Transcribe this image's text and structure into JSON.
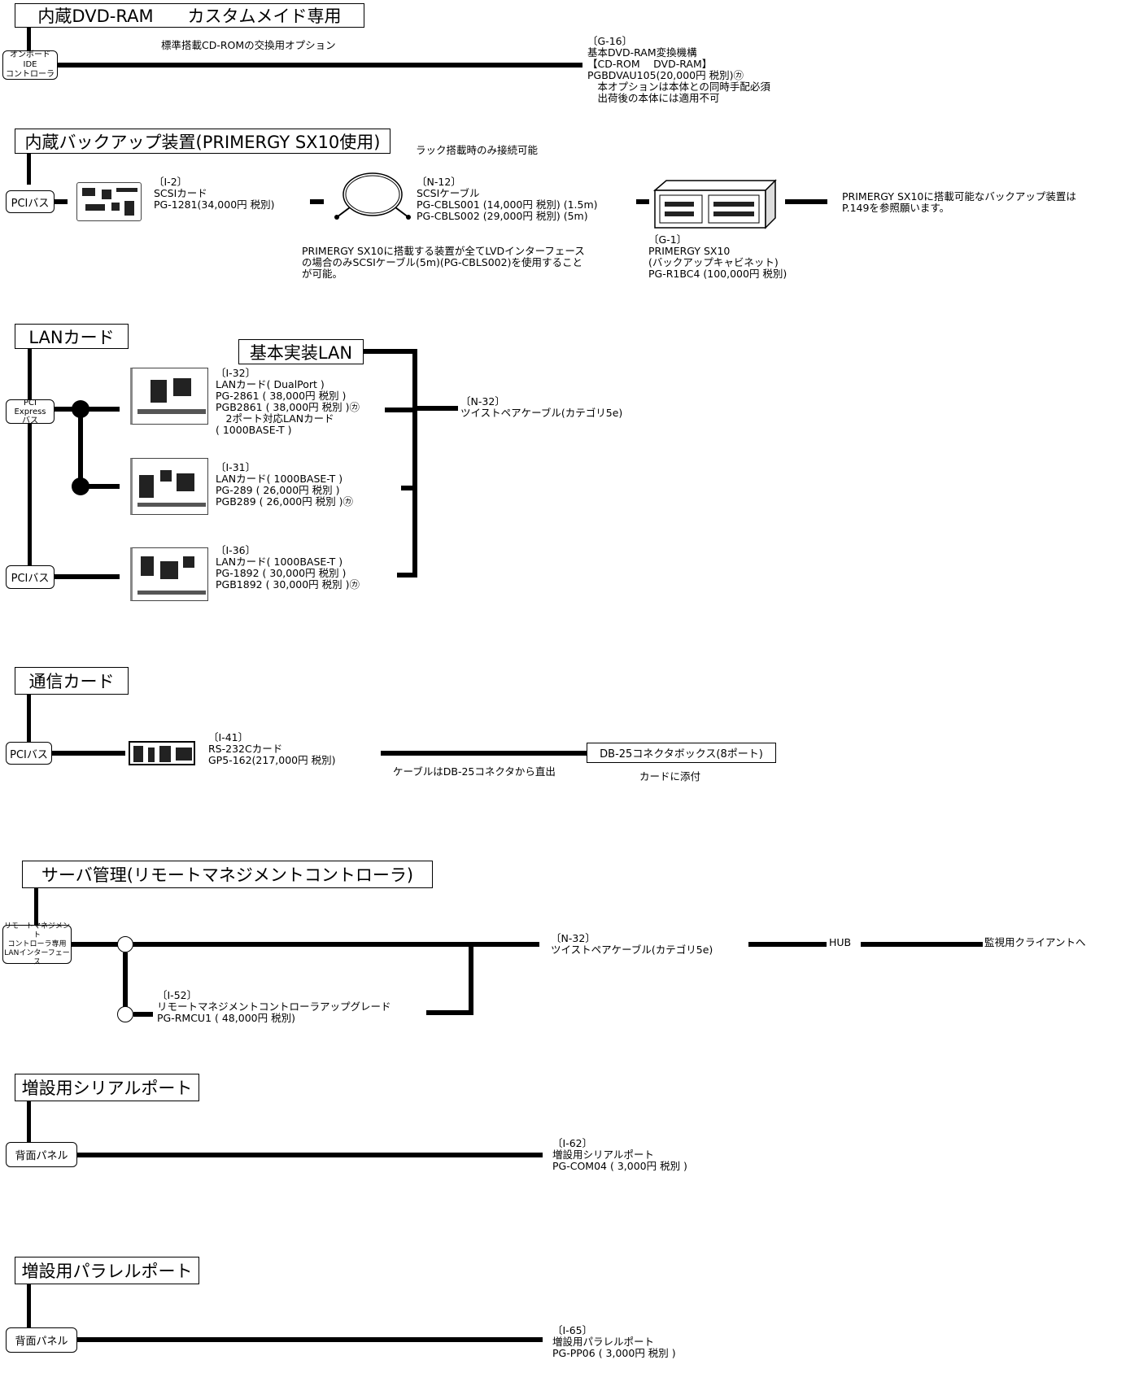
{
  "sections": {
    "dvd": {
      "title": "内蔵DVD-RAM　　カスタムメイド専用",
      "port": [
        "オンボードIDE",
        "コントローラ"
      ],
      "line_label": "標準搭載CD-ROMの交換用オプション",
      "item": [
        "〔G-16〕",
        "基本DVD-RAM変換機構",
        "【CD-ROM　 DVD-RAM】",
        "PGBDVAU105(20,000円 税別)㋕",
        "　本オプションは本体との同時手配必須",
        "　出荷後の本体には適用不可"
      ]
    },
    "backup": {
      "title": "内蔵バックアップ装置(PRIMERGY SX10使用)",
      "port": "PCIバス",
      "rack_note": "ラック搭載時のみ接続可能",
      "scsi_card": [
        "〔I-2〕",
        "SCSIカード",
        "PG-1281(34,000円 税別)"
      ],
      "scsi_cable": [
        "〔N-12〕",
        "SCSIケーブル",
        "PG-CBLS001 (14,000円 税別) (1.5m)",
        "PG-CBLS002 (29,000円 税別) (5m)"
      ],
      "cable_note": [
        "PRIMERGY SX10に搭載する装置が全てLVDインターフェース",
        "の場合のみSCSIケーブル(5m)(PG-CBLS002)を使用すること",
        "が可能。"
      ],
      "cabinet": [
        "〔G-1〕",
        "PRIMERGY SX10",
        "(バックアップキャビネット)",
        "PG-R1BC4 (100,000円 税別)"
      ],
      "side_note": [
        "PRIMERGY SX10に搭載可能なバックアップ装置は",
        "P.149を参照願います。"
      ]
    },
    "lan": {
      "title": "LANカード",
      "basic_title": "基本実装LAN",
      "port_express": [
        "PCI Express",
        "バス"
      ],
      "port_pci": "PCIバス",
      "card1": [
        "〔I-32〕",
        "LANカード( DualPort )",
        "PG-2861 ( 38,000円  税別 )",
        "PGB2861 ( 38,000円  税別 )㋕",
        "　2ポート対応LANカード",
        "( 1000BASE-T )"
      ],
      "card2": [
        "〔I-31〕",
        "LANカード( 1000BASE-T )",
        "PG-289 ( 26,000円  税別 )",
        "PGB289 ( 26,000円  税別 )㋕"
      ],
      "card3": [
        "〔I-36〕",
        "LANカード( 1000BASE-T )",
        "PG-1892 ( 30,000円  税別 )",
        "PGB1892 ( 30,000円  税別 )㋕"
      ],
      "cable": [
        "〔N-32〕",
        "ツイストペアケーブル(カテゴリ5e)"
      ]
    },
    "comm": {
      "title": "通信カード",
      "port": "PCIバス",
      "card": [
        "〔I-41〕",
        "RS-232Cカード",
        "GP5-162(217,000円 税別)"
      ],
      "cable_note": "ケーブルはDB-25コネクタから直出",
      "box": "DB-25コネクタボックス(8ポート)",
      "box_note": "カードに添付"
    },
    "mgmt": {
      "title": "サーバ管理(リモートマネジメントコントローラ)",
      "port": [
        "リモートマネジメント",
        "コントローラ専用",
        "LANインターフェース"
      ],
      "cable": [
        "〔N-32〕",
        "ツイストペアケーブル(カテゴリ5e)"
      ],
      "hub": "HUB",
      "client": "監視用クライアントへ",
      "upgrade": [
        "〔I-52〕",
        "リモートマネジメントコントローラアップグレード",
        "PG-RMCU1 ( 48,000円  税別)"
      ]
    },
    "serial": {
      "title": "増設用シリアルポート",
      "port": "背面パネル",
      "item": [
        "〔I-62〕",
        "増設用シリアルポート",
        "PG-COM04 ( 3,000円  税別 )"
      ]
    },
    "parallel": {
      "title": "増設用パラレルポート",
      "port": "背面パネル",
      "item": [
        "〔I-65〕",
        "増設用パラレルポート",
        "PG-PP06 ( 3,000円  税別 )"
      ]
    }
  }
}
